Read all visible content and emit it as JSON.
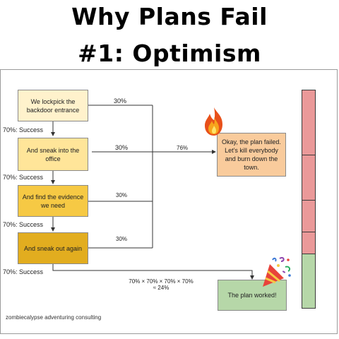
{
  "title": {
    "line1": "Why Plans Fail",
    "line2": "#1: Optimism"
  },
  "steps": [
    {
      "text": "We lockpick the backdoor entrance",
      "fail": "30%",
      "success": "70%: Success",
      "color": "#fff2cc"
    },
    {
      "text": "And sneak into the office",
      "fail": "30%",
      "success": "70%: Success",
      "color": "#ffe599"
    },
    {
      "text": "And find the evidence we need",
      "fail": "30%",
      "success": "70%: Success",
      "color": "#f6c944"
    },
    {
      "text": "And sneak out again",
      "fail": "30%",
      "success": "70%: Success",
      "color": "#e2ad1f"
    }
  ],
  "failure_total": "76%",
  "failure_box": {
    "text": "Okay, the plan failed. Let’s kill everybody and burn down the town.",
    "color": "#f9cb9c"
  },
  "success_box": {
    "text": "The plan worked!",
    "color": "#b6d7a8"
  },
  "calc": {
    "line1": "70% × 70% × 70% × 70%",
    "line2": "≈ 24%"
  },
  "footer": "zombiecalypse adventuring consulting",
  "icons": {
    "fire": "fire-icon",
    "celebration": "party-popper-icon"
  },
  "probability_bar": {
    "colors": {
      "fail": "#ea9999",
      "success": "#b6d7a8"
    },
    "segments": [
      {
        "kind": "fail",
        "fraction": 0.3
      },
      {
        "kind": "fail",
        "fraction": 0.21
      },
      {
        "kind": "fail",
        "fraction": 0.147
      },
      {
        "kind": "fail",
        "fraction": 0.103
      },
      {
        "kind": "success",
        "fraction": 0.24
      }
    ]
  }
}
